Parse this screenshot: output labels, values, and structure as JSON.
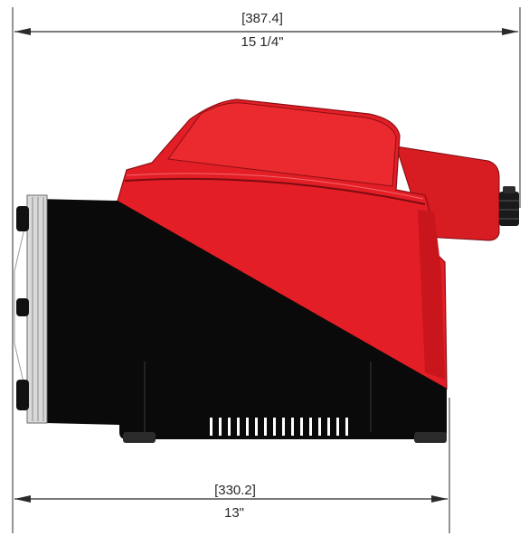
{
  "dimensions": {
    "overall_width": {
      "metric": "[387.4]",
      "imperial": "15 1/4\""
    },
    "base_width": {
      "metric": "[330.2]",
      "imperial": "13\""
    }
  },
  "colors": {
    "housing_red": "#e41e26",
    "housing_dark_red": "#9e1016",
    "body_black": "#0a0a0a",
    "line": "#2a2a2a"
  }
}
